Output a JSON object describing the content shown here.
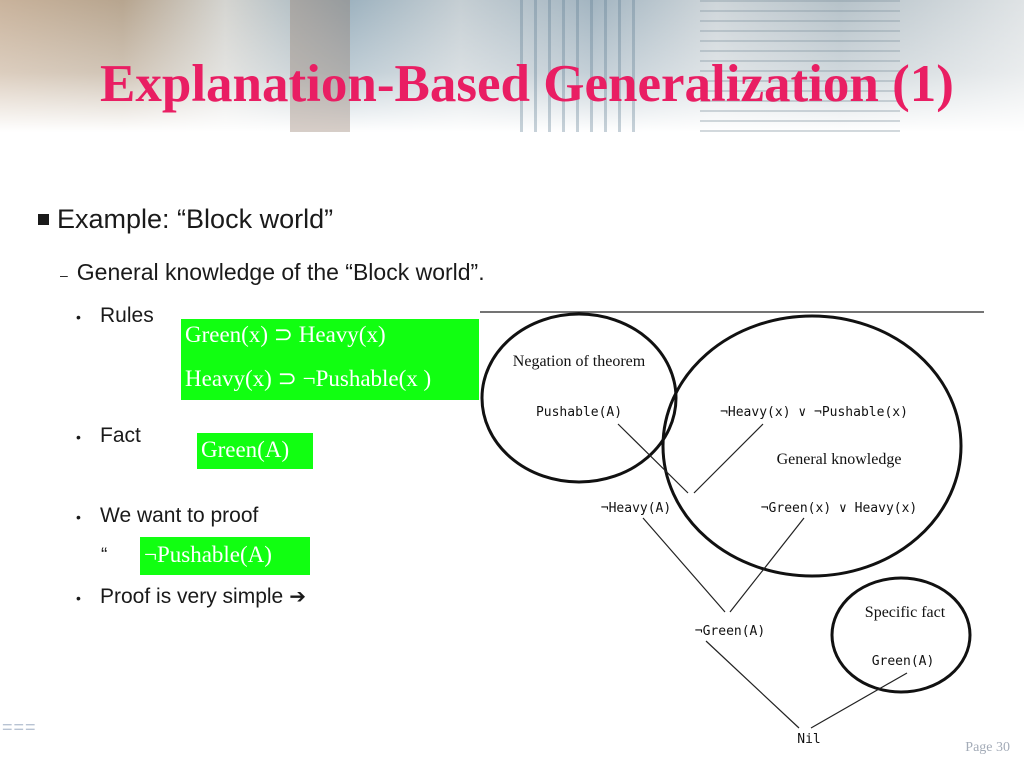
{
  "title": "Explanation-Based Generalization (1)",
  "bullets": {
    "example": "Example: “Block world”",
    "general": "General knowledge of the “Block world”.",
    "rules": "Rules",
    "fact": "Fact",
    "want": "We want to proof",
    "quote_mark": "“",
    "simple": "Proof is very simple"
  },
  "formulas": {
    "rule1": "Green(x)  ⊃ Heavy(x)",
    "rule2": "Heavy(x)  ⊃ ¬Pushable(x )",
    "fact": "Green(A)",
    "goal": "¬Pushable(A)"
  },
  "diagram": {
    "negation_label": "Negation of theorem",
    "pushable_a": "Pushable(A)",
    "general_clause1": "¬Heavy(x) ∨ ¬Pushable(x)",
    "general_label": "General knowledge",
    "not_heavy_a": "¬Heavy(A)",
    "general_clause2": "¬Green(x) ∨ Heavy(x)",
    "not_green_a": "¬Green(A)",
    "specific_label": "Specific fact",
    "green_a": "Green(A)",
    "nil": "Nil"
  },
  "footer": {
    "lines": "===",
    "page": "Page 30"
  },
  "colors": {
    "title": "#e91e63",
    "highlight": "#11ff11"
  },
  "icons": [
    "square-bullet-icon",
    "dash-bullet-icon",
    "dot-bullet-icon",
    "right-arrow-icon"
  ]
}
